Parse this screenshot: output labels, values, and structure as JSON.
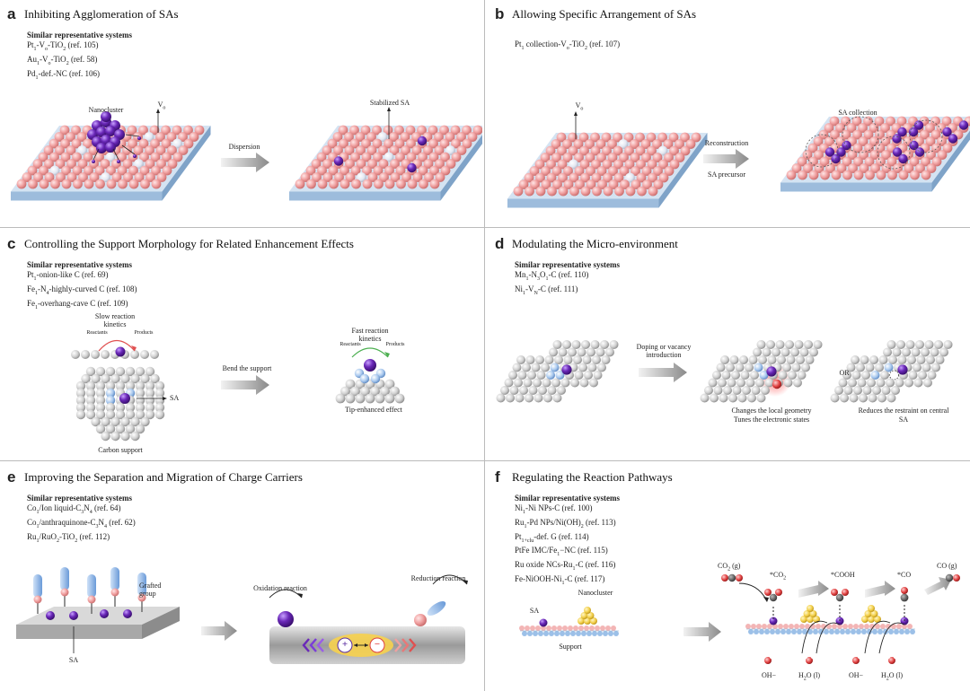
{
  "panels": {
    "a": {
      "letter": "a",
      "title": "Inhibiting Agglomeration of SAs",
      "subtitle": "Similar representative systems",
      "systems": [
        "Pt1-Vo-TiO2 (ref. 105)",
        "Au1-Vo-TiO2 (ref. 58)",
        "Pd1-def.-NC (ref. 106)"
      ],
      "labels": {
        "nanocluster": "Nanocluster",
        "vo": "Vo",
        "arrow": "Dispersion",
        "stabilized": "Stabilized SA"
      }
    },
    "b": {
      "letter": "b",
      "title": "Allowing Specific Arrangement of SAs",
      "systems": [
        "Pt1 collection-Vo-TiO2 (ref. 107)"
      ],
      "labels": {
        "vo": "Vo",
        "collection": "SA collection",
        "arrow_top": "Reconstruction",
        "arrow_bottom": "SA precursor"
      }
    },
    "c": {
      "letter": "c",
      "title": "Controlling the Support Morphology for Related Enhancement Effects",
      "subtitle": "Similar representative systems",
      "systems": [
        "Pt1-onion-like C (ref. 69)",
        "Fe1-N4-highly-curved C (ref. 108)",
        "Fe1-overhang-cave C (ref. 109)"
      ],
      "labels": {
        "slow": "Slow reaction kinetics",
        "reactants": "Reactants",
        "products": "Products",
        "sa": "SA",
        "carbon": "Carbon support",
        "arrow": "Bend the support",
        "fast": "Fast reaction kinetics",
        "tip": "Tip-enhanced effect"
      }
    },
    "d": {
      "letter": "d",
      "title": "Modulating the Micro-environment",
      "subtitle": "Similar representative systems",
      "systems": [
        "Mn1-N3O1-C (ref. 110)",
        "Ni1-VN-C (ref. 111)"
      ],
      "labels": {
        "arrow": "Doping or vacancy introduction",
        "changes1": "Changes the local geometry",
        "changes2": "Tunes the electronic states",
        "or": "OR",
        "reduces1": "Reduces the restraint on central",
        "reduces2": "SA"
      }
    },
    "e": {
      "letter": "e",
      "title": "Improving the Separation and Migration of Charge Carriers",
      "subtitle": "Similar representative systems",
      "systems": [
        "Co1/Ion liquid-C3N4 (ref. 64)",
        "Co1/anthraquinone-C3N4 (ref. 62)",
        "Ru1/RuO2-TiO2 (ref. 112)"
      ],
      "labels": {
        "grafted1": "Grafted",
        "grafted2": "group",
        "sa": "SA",
        "oxidation": "Oxidation reaction",
        "reduction": "Reduction reaction",
        "plus": "+",
        "minus": "−"
      }
    },
    "f": {
      "letter": "f",
      "title": "Regulating the Reaction Pathways",
      "subtitle": "Similar representative systems",
      "systems": [
        "Ni1-Ni NPs-C (ref. 100)",
        "Ru1-Pd NPs/Ni(OH)2 (ref. 113)",
        "Pt1+clu-def. G (ref. 114)",
        "PtFe IMC/Fe1−NC (ref. 115)",
        "Ru oxide NCs-Ru1-C (ref. 116)",
        "Fe-NiOOH-Ni1-C (ref. 117)"
      ],
      "labels": {
        "nanocluster": "Nanocluster",
        "sa": "SA",
        "support": "Support",
        "co2g": "CO2 (g)",
        "co2": "*CO2",
        "cooh": "*COOH",
        "co": "*CO",
        "cog": "CO (g)",
        "oh1": "OH−",
        "h2o1": "H2O (l)",
        "oh2": "OH−",
        "h2o2": "H2O (l)"
      }
    }
  },
  "colors": {
    "sphere": "#f0a0a0",
    "vacancy": "#e4e8f2",
    "slab": "#a9c6e4",
    "sa": "#6a28b8",
    "carbon": "#c8c8c8",
    "nc": "#f2cf48"
  }
}
